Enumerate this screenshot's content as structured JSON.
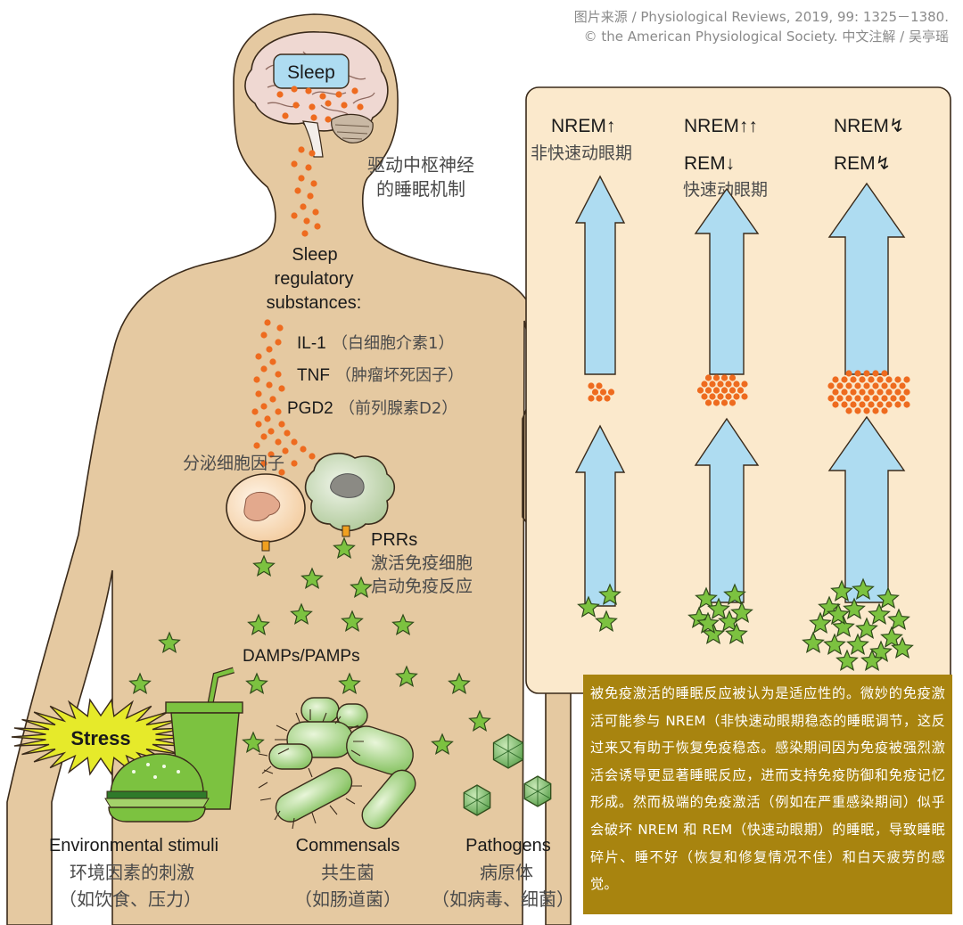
{
  "credit": {
    "line1": "图片来源 / Physiological Reviews, 2019, 99: 1325－1380.",
    "line2": "© the American Physiological Society.   中文注解 / 吴亭瑶"
  },
  "brain": {
    "label": "Sleep"
  },
  "cns": {
    "line1": "驱动中枢神经",
    "line2": "的睡眠机制"
  },
  "substances": {
    "heading": [
      "Sleep",
      "regulatory",
      "substances:"
    ],
    "items": [
      {
        "name": "IL-1",
        "zh": "（白细胞介素1）"
      },
      {
        "name": "TNF",
        "zh": "（肿瘤坏死因子）"
      },
      {
        "name": "PGD2",
        "zh": "（前列腺素D2）"
      }
    ]
  },
  "cytokines_label": "分泌细胞因子",
  "prrs": {
    "label": "PRRs",
    "zh1": "激活免疫细胞",
    "zh2": "启动免疫反应"
  },
  "damps_label": "DAMPs/PAMPs",
  "stress_label": "Stress",
  "sources": [
    {
      "name": "Environmental stimuli",
      "zh1": "环境因素的刺激",
      "zh2": "（如饮食、压力）"
    },
    {
      "name": "Commensals",
      "zh1": "共生菌",
      "zh2": "（如肠道菌）"
    },
    {
      "name": "Pathogens",
      "zh1": "病原体",
      "zh2": "（如病毒、细菌）"
    }
  ],
  "panel": {
    "columns": [
      {
        "line1": "NREM",
        "line1_symbol": "↑",
        "zh1": "非快速动眼期",
        "line2": "",
        "line2_symbol": "",
        "zh2": ""
      },
      {
        "line1": "NREM",
        "line1_symbol": "↑↑",
        "zh1": "",
        "line2": "REM",
        "line2_symbol": "↓",
        "zh2": "快速动眼期"
      },
      {
        "line1": "NREM",
        "line1_symbol": "↯",
        "zh1": "",
        "line2": "REM",
        "line2_symbol": "↯",
        "zh2": ""
      }
    ]
  },
  "note_text": "被免疫激活的睡眠反应被认为是适应性的。微妙的免疫激活可能参与 NREM（非快速动眼期稳态的睡眠调节，这反过来又有助于恢复免疫稳态。感染期间因为免疫被强烈激活会诱导更显著睡眠反应，进而支持免疫防御和免疫记忆形成。然而极端的免疫激活（例如在严重感染期间）似乎会破坏 NREM 和 REM（快速动眼期）的睡眠，导致睡眠碎片、睡不好（恢复和修复情况不佳）和白天疲劳的感觉。",
  "colors": {
    "skin": "#e5c9a1",
    "panel": "#fbe9cc",
    "arrow": "#aedcf1",
    "dot": "#ee6b1f",
    "star": "#7cc240",
    "note_bg": "#a8840f"
  }
}
